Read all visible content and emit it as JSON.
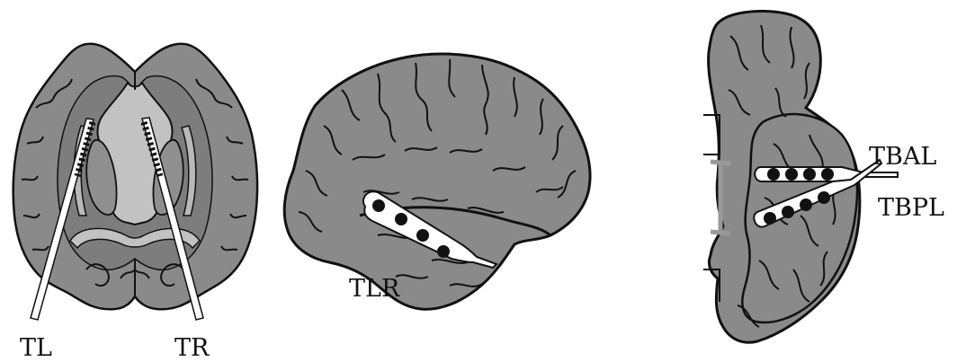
{
  "colors": {
    "brain_fill": "#8a8a8a",
    "brain_dark": "#6f6f6f",
    "brain_light": "#b9b9b9",
    "outline": "#111111",
    "electrode_fill": "#ffffff",
    "contact_dot": "#111111"
  },
  "panels": [
    {
      "view": "axial",
      "labels": {
        "left": "TL",
        "right": "TR"
      }
    },
    {
      "view": "lateral",
      "labels": {
        "electrode": "TLR"
      }
    },
    {
      "view": "ventral",
      "labels": {
        "upper": "TBAL",
        "lower": "TBPL"
      }
    }
  ]
}
